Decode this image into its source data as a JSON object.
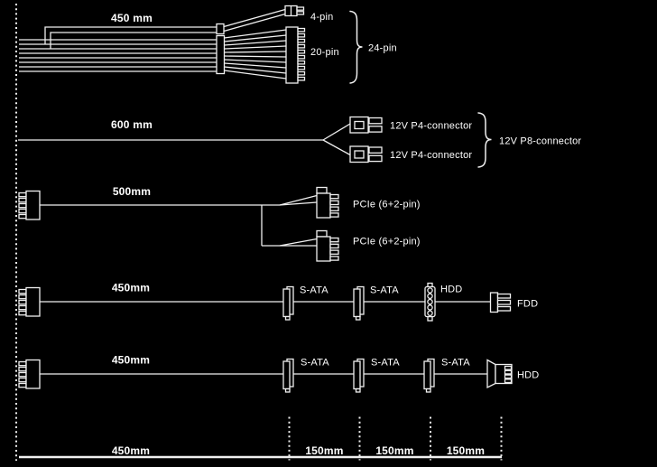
{
  "colors": {
    "background": "#000000",
    "line": "#f0f0f0",
    "text": "#ffffff"
  },
  "rows": {
    "atx": {
      "length": "450 mm",
      "label_4pin": "4-pin",
      "label_20pin": "20-pin",
      "label_24pin": "24-pin"
    },
    "cpu": {
      "length": "600 mm",
      "label_p4_top": "12V P4-connector",
      "label_p4_bottom": "12V P4-connector",
      "label_p8": "12V P8-connector"
    },
    "pcie": {
      "length": "500mm",
      "label_top": "PCIe (6+2-pin)",
      "label_bottom": "PCIe (6+2-pin)"
    },
    "sata_fdd": {
      "length": "450mm",
      "label_sata1": "S-ATA",
      "label_sata2": "S-ATA",
      "label_hdd": "HDD",
      "label_fdd": "FDD"
    },
    "sata_hdd": {
      "length": "450mm",
      "label_sata1": "S-ATA",
      "label_sata2": "S-ATA",
      "label_sata3": "S-ATA",
      "label_hdd": "HDD"
    }
  },
  "ruler": {
    "segment_main": "450mm",
    "segment_1": "150mm",
    "segment_2": "150mm",
    "segment_3": "150mm"
  }
}
